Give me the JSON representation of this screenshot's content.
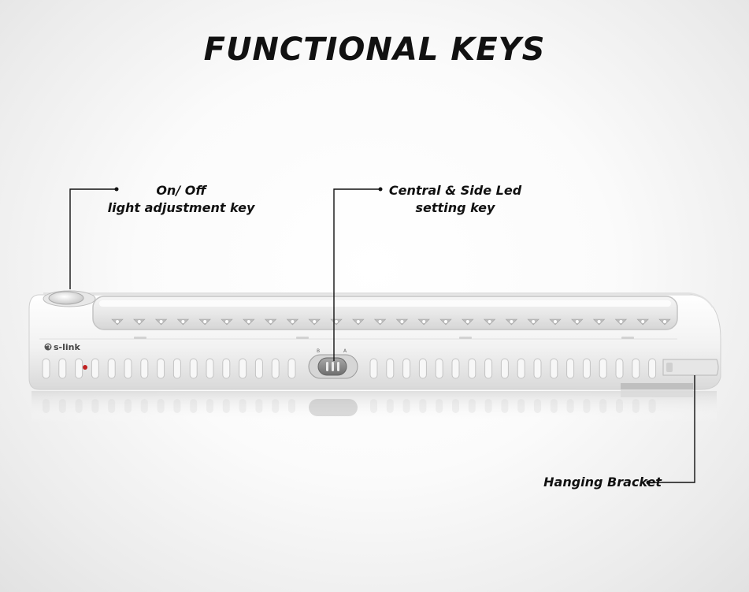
{
  "title": "FUNCTIONAL KEYS",
  "callouts": {
    "onoff": {
      "line1": "On/ Off",
      "line2": "light adjustment key"
    },
    "led": {
      "line1": "Central & Side Led",
      "line2": "setting key"
    },
    "bracket": {
      "text": "Hanging Bracket"
    }
  },
  "device": {
    "brand": "s-link",
    "switch_labels": {
      "left": "B",
      "right": "A"
    },
    "colors": {
      "body": "#f4f4f4",
      "indicator": "#c02020",
      "switch": "#8a8a8a"
    }
  }
}
